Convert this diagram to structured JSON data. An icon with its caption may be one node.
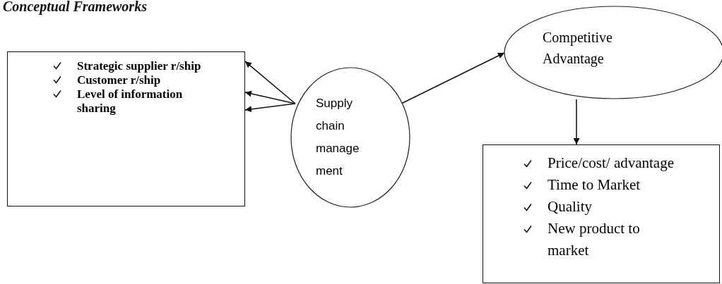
{
  "diagram": {
    "title": "Conceptual Frameworks",
    "nodes": [
      {
        "text": [
          "Strategic supplier r/ship",
          "Customer r/ship",
          "Level of information sharing"
        ]
      },
      {
        "text": [
          "Supply chain manage ment"
        ]
      },
      {
        "text": [
          "Competitive Advantage"
        ]
      },
      {
        "text": [
          "Price/cost/ advantage",
          "Time to Market",
          "Quality",
          "New product to market"
        ]
      }
    ],
    "edges": [
      {
        "from": 1,
        "to": 0,
        "arrow": "to"
      },
      {
        "from": 1,
        "to": 0,
        "arrow": "to"
      },
      {
        "from": 1,
        "to": 0,
        "arrow": "to"
      },
      {
        "from": 1,
        "to": 2,
        "arrow": "to"
      },
      {
        "from": 2,
        "to": 3,
        "arrow": "to"
      }
    ]
  }
}
